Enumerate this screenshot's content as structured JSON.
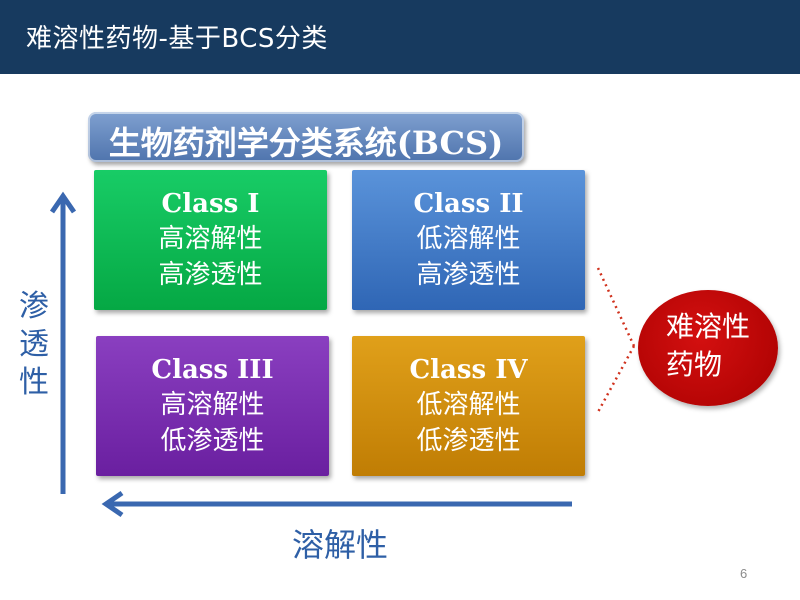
{
  "header": {
    "title": "难溶性药物-基于BCS分类",
    "background_color": "#173a5f"
  },
  "diagram": {
    "title": "生物药剂学分类系统(BCS)",
    "y_axis_label": "渗透性",
    "x_axis_label": "溶解性",
    "axis_color": "#3a68b0",
    "cells": [
      {
        "class": "Class I",
        "solubility": "高溶解性",
        "permeability": "高渗透性",
        "color": "#0bb552"
      },
      {
        "class": "Class II",
        "solubility": "低溶解性",
        "permeability": "高渗透性",
        "color": "#3d78c6"
      },
      {
        "class": "Class III",
        "solubility": "高溶解性",
        "permeability": "低渗透性",
        "color": "#7a2fb0"
      },
      {
        "class": "Class IV",
        "solubility": "低溶解性",
        "permeability": "低渗透性",
        "color": "#d08e0e"
      }
    ],
    "callout": {
      "line1": "难溶性",
      "line2": "药物",
      "color": "#c00000",
      "bracket_color": "#d0321e"
    }
  },
  "footer": {
    "page_number": "6"
  }
}
